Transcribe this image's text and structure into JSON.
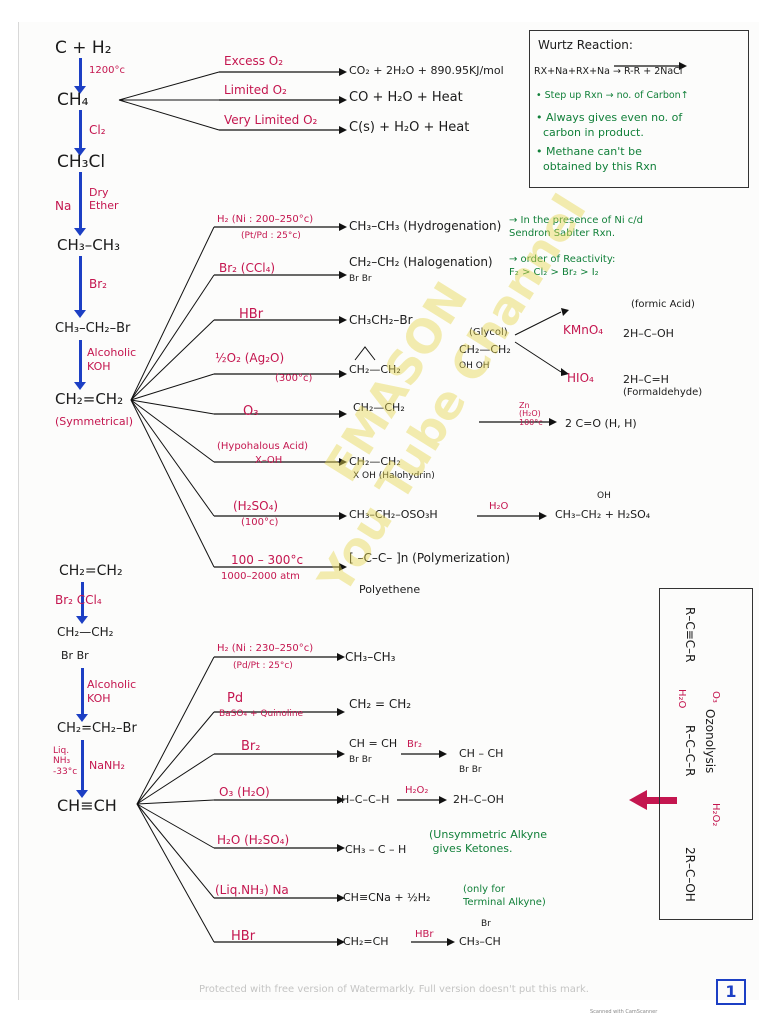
{
  "left_chain": {
    "c_h2": "C + H₂",
    "temp": "1200°c",
    "ch4": "CH₄",
    "cl2": "Cl₂",
    "ch3cl": "CH₃Cl",
    "na": "Na",
    "dry_ether": "Dry\nEther",
    "ethane": "CH₃–CH₃",
    "br2": "Br₂",
    "ethyl_bromide": "CH₃–CH₂–Br",
    "alc_koh": "Alcoholic\nKOH",
    "ethene": "CH₂=CH₂",
    "symmetrical": "(Symmetrical)"
  },
  "methane_rxns": [
    {
      "cond": "Excess O₂",
      "prod": "CO₂ + 2H₂O + 890.95KJ/mol"
    },
    {
      "cond": "Limited O₂",
      "prod": "CO + H₂O + Heat"
    },
    {
      "cond": "Very Limited O₂",
      "prod": "C(s) + H₂O + Heat"
    }
  ],
  "wurtz": {
    "title": "Wurtz Reaction:",
    "eq": "RX+Na+RX+Na → R-R + 2NaCl",
    "b1": "• Step up Rxn → no. of Carbon↑",
    "b2": "• Always gives even no. of\n  carbon in product.",
    "b3": "• Methane can't be\n  obtained by this Rxn"
  },
  "ethane_rxns": {
    "h2_cond": "H₂ (Ni : 200–250°c)",
    "h2_sub": "(Pt/Pd : 25°c)",
    "h2_prod": "CH₃–CH₃ (Hydrogenation)",
    "h2_note": "→ In the presence of Ni c/d\nSendron Sabiter Rxn.",
    "br2_cond": "Br₂   (CCl₄)",
    "br2_prod": "CH₂–CH₂ (Halogenation)",
    "br2_sub": "Br   Br",
    "br2_note": "→ order of Reactivity:\nF₂ > Cl₂ > Br₂ > I₂",
    "hbr_cond": "HBr",
    "hbr_prod": "CH₃CH₂–Br",
    "o2_cond": "½O₂   (Ag₂O)",
    "o2_sub": "(300°c)",
    "epoxide": "CH₂—CH₂",
    "glycol_label": "(Glycol)",
    "glycol": "CH₂—CH₂",
    "glycol_oh": "OH    OH",
    "kmno4": "KMnO₄",
    "formic_label": "(formic Acid)",
    "formic": "2H–C–OH",
    "hio4": "HIO₄",
    "formaldehyde": "2H–C=H",
    "formaldehyde_label": "(Formaldehyde)",
    "o3_cond": "O₃",
    "ozonide": "CH₂—CH₂",
    "zn": "Zn\n(H₂O)\n100°c",
    "ozon_prod": "2 C=O (H, H)",
    "hypo_cond": "(Hypohalous Acid)",
    "hypo_sub": "X–OH",
    "halohydrin": "CH₂—CH₂",
    "halohydrin_sub": "X    OH   (Halohydrin)",
    "h2so4_cond": "(H₂SO₄)",
    "h2so4_sub": "(100°c)",
    "h2so4_prod": "CH₃–CH₂–OSO₃H",
    "h2o": "H₂O",
    "ethanol": "CH₃–CH₂ + H₂SO₄",
    "ethanol_oh": "OH",
    "poly_cond": "100 – 300°c",
    "poly_sub": "1000–2000 atm",
    "poly_prod": "[ –C–C– ]n  (Polymerization)",
    "polyethene": "Polyethene"
  },
  "lower_chain": {
    "ethene": "CH₂=CH₂",
    "br2_ccl4": "Br₂  CCl₄",
    "dibromo": "CH₂—CH₂",
    "dibromo_sub": "Br      Br",
    "alc_koh": "Alcoholic\nKOH",
    "vinyl": "CH₂=CH₂–Br",
    "nanh2": "NaNH₂",
    "liq_nh3": "Liq.\nNH₃\n-33°c",
    "ethyne": "CH≡CH"
  },
  "ethyne_rxns": {
    "h2_cond": "H₂ (Ni : 230–250°c)",
    "h2_sub": "(Pd/Pt : 25°c)",
    "h2_prod": "CH₃–CH₃",
    "pd_cond": "Pd",
    "pd_sub": "BaSO₄ + Quinoline",
    "pd_prod": "CH₂ = CH₂",
    "br2_cond": "Br₂",
    "br2_prod": "CH = CH",
    "br2_sub": "Br    Br",
    "br2_again": "Br₂",
    "tetra": "CH – CH",
    "tetra_sub": "Br  Br",
    "o3_cond": "O₃  (H₂O)",
    "o3_prod": "H–C–C–H",
    "h2o2": "H₂O₂",
    "o3_final": "2H–C–OH",
    "hyd_cond": "H₂O  (H₂SO₄)",
    "hyd_prod": "CH₃ – C – H",
    "hyd_note": "(Unsymmetric Alkyne\n gives Ketones.",
    "na_cond": "(Liq.NH₃)  Na",
    "na_prod": "CH≡CNa + ½H₂",
    "na_note": "(only for\nTerminal Alkyne)",
    "hbr_cond": "HBr",
    "hbr_prod": "CH₂=CH",
    "hbr_again": "HBr",
    "hbr_final": "CH₃–CH",
    "hbr_br": "Br"
  },
  "ozonolysis": {
    "title": "Ozonolysis",
    "alkyne": "R–C≡C–R",
    "o3": "O₃",
    "h2o": "H₂O",
    "inter": "R–C–C–R",
    "h2o2": "H₂O₂",
    "prod": "2R–C–OH"
  },
  "watermark": "EMASON\nYou Tube Channel",
  "footer": "Protected with free version of Watermarkly. Full version doesn't put this mark.",
  "page_number": "1",
  "scanner": "Scanned with CamScanner",
  "colors": {
    "blue": "#1c3fc4",
    "red": "#c4164f",
    "green": "#12803a"
  }
}
